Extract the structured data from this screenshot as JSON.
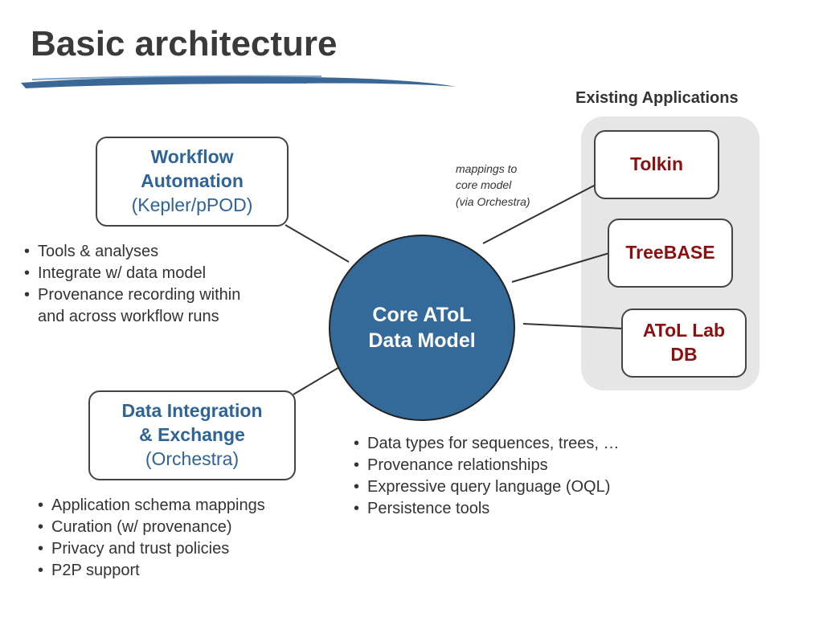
{
  "slide": {
    "title": "Basic architecture"
  },
  "existing_apps": {
    "heading": "Existing Applications",
    "apps": [
      {
        "label": "Tolkin"
      },
      {
        "label": "TreeBASE"
      },
      {
        "label": "AToL Lab DB"
      }
    ]
  },
  "mapping_note": {
    "lines": [
      "mappings to",
      "core model",
      "(via Orchestra)"
    ]
  },
  "core": {
    "line1": "Core AToL",
    "line2": "Data Model",
    "bullets": [
      "Data types for sequences, trees, …",
      "Provenance relationships",
      "Expressive query language (OQL)",
      "Persistence tools"
    ]
  },
  "workflow": {
    "line1": "Workflow",
    "line2": "Automation",
    "line3": "(Kepler/pPOD)",
    "bullets": [
      "Tools & analyses",
      "Integrate w/ data model",
      "Provenance recording within",
      "and across workflow runs"
    ]
  },
  "integration": {
    "line1": "Data Integration",
    "line2": "& Exchange",
    "line3": "(Orchestra)",
    "bullets": [
      "Application schema mappings",
      "Curation (w/ provenance)",
      "Privacy and trust policies",
      "P2P support"
    ]
  },
  "colors": {
    "heading_blue": "#2f6496",
    "core_fill": "#346a9a",
    "app_red": "#8b1010",
    "apps_panel": "#e6e6e6",
    "brush_stroke": "#2f5f8f"
  }
}
